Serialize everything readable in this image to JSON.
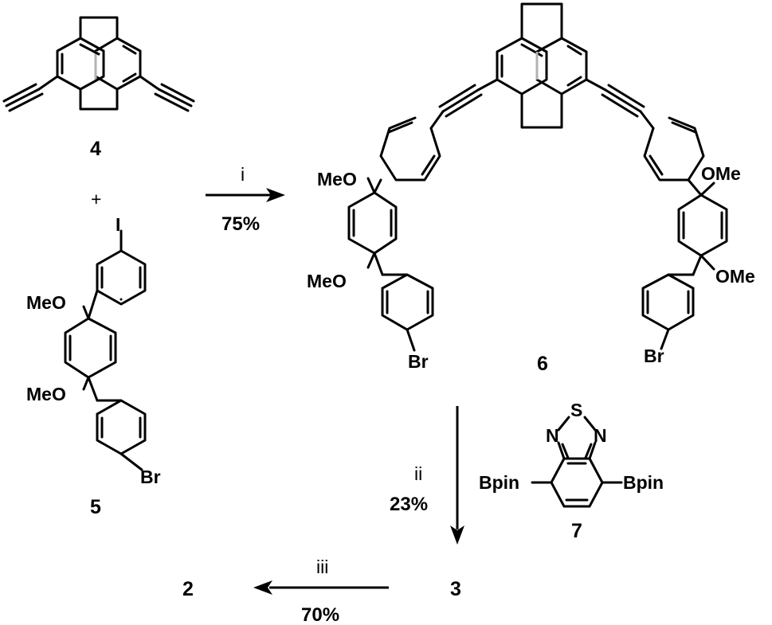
{
  "compounds": {
    "c4": "4",
    "plus": "+",
    "c5": "5",
    "c6": "6",
    "c7": "7",
    "c3": "3",
    "c2": "2"
  },
  "atoms": {
    "iodine": "I",
    "bromine": "Br",
    "methoxy_left": "MeO",
    "methoxy_right": "OMe",
    "sulfur": "S",
    "nitrogen": "N",
    "bpin": "Bpin"
  },
  "steps": [
    {
      "reagent": "i",
      "yield": "75%"
    },
    {
      "reagent": "ii",
      "yield": "23%"
    },
    {
      "reagent": "iii",
      "yield": "70%"
    }
  ]
}
